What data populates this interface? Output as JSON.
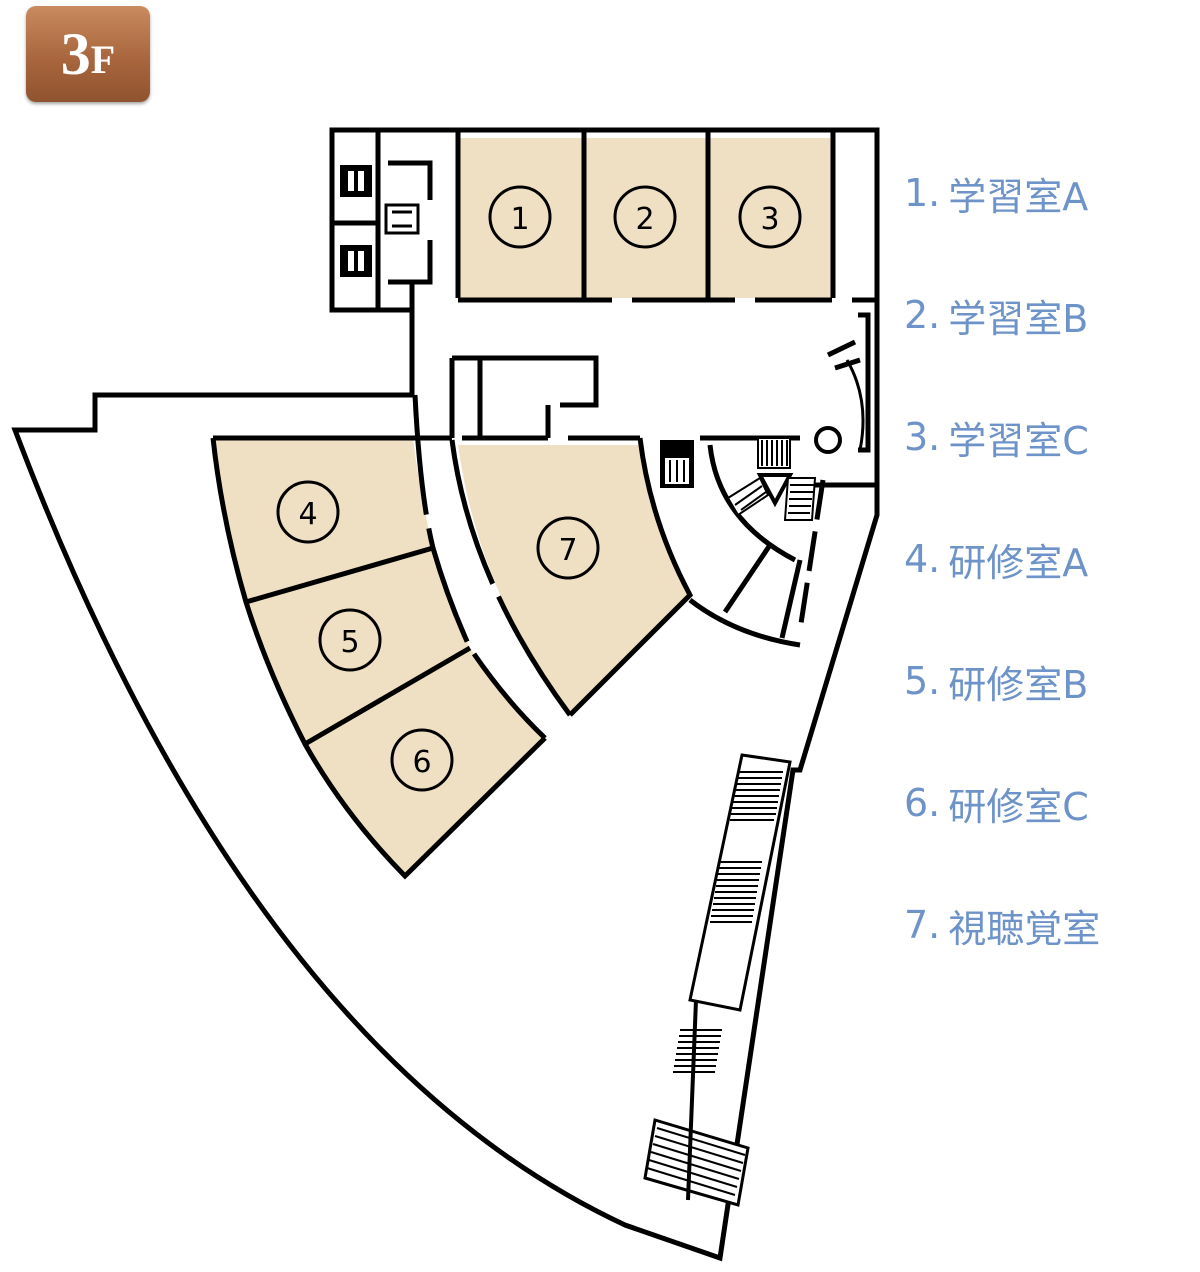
{
  "floor": {
    "number": "3",
    "unit": "F"
  },
  "rooms": [
    {
      "id": 1,
      "mark": "1",
      "label": "学習室A"
    },
    {
      "id": 2,
      "mark": "2",
      "label": "学習室B"
    },
    {
      "id": 3,
      "mark": "3",
      "label": "学習室C"
    },
    {
      "id": 4,
      "mark": "4",
      "label": "研修室A"
    },
    {
      "id": 5,
      "mark": "5",
      "label": "研修室B"
    },
    {
      "id": 6,
      "mark": "6",
      "label": "研修室C"
    },
    {
      "id": 7,
      "mark": "7",
      "label": "視聴覚室"
    }
  ],
  "legend_separator": ".",
  "colors": {
    "room_fill": "#efe0c4",
    "wall": "#000000",
    "legend_text": "#6d93c8",
    "badge": "#a9663e"
  },
  "icons": [
    "restroom-icon",
    "elevator-icon",
    "stairs-icon",
    "escalator-icon"
  ]
}
